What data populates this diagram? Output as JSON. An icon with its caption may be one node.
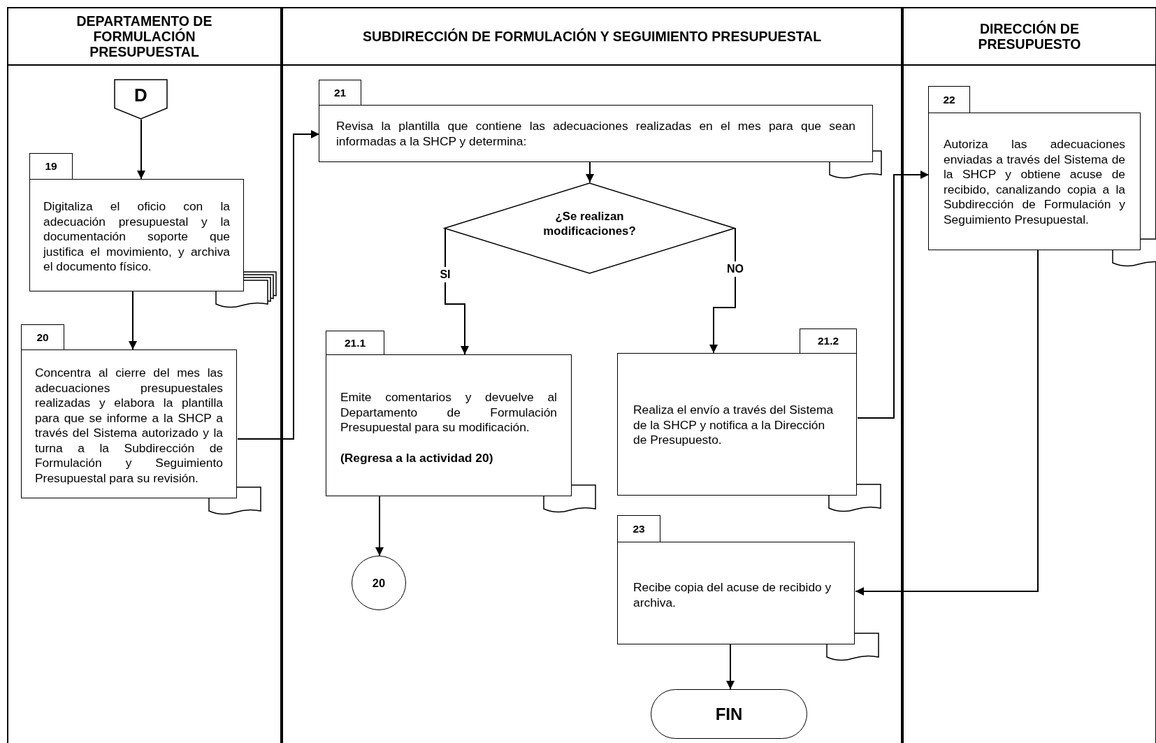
{
  "diagram": {
    "nodes": [
      {
        "text": [
          "DEPARTAMENTO DE FORMULACIÓN PRESUPUESTAL"
        ]
      },
      {
        "text": [
          "SUBDIRECCIÓN DE FORMULACIÓN Y SEGUIMIENTO PRESUPUESTAL"
        ]
      },
      {
        "text": [
          "DIRECCIÓN DE PRESUPUESTO"
        ]
      },
      {
        "text": [
          "D"
        ],
        "in": 0
      },
      {
        "text": [
          "19",
          "Digitaliza el oficio con la adecuación presupuestal y la documentación soporte que justifica el movimiento, y archiva el documento físico."
        ],
        "in": 0
      },
      {
        "text": [
          "20",
          "Concentra al cierre del mes las adecuaciones presupuestales realizadas y elabora la plantilla para que se informe a la SHCP a través del Sistema autorizado y la turna a la Subdirección de Formulación y Seguimiento Presupuestal para su revisión."
        ],
        "in": 0
      },
      {
        "text": [
          "21",
          "Revisa la plantilla que contiene las adecuaciones realizadas en el mes para que sean informadas a la SHCP y determina:"
        ],
        "in": 1
      },
      {
        "text": [
          "¿Se realizan modificaciones?"
        ],
        "in": 1
      },
      {
        "text": [
          "21.1",
          "Emite comentarios y devuelve al Departamento de Formulación Presupuestal para su modificación.",
          "(Regresa a la actividad 20)"
        ],
        "in": 1
      },
      {
        "text": [
          "21.2",
          "Realiza el envío a través del Sistema de la SHCP y notifica a la Dirección de Presupuesto."
        ],
        "in": 1
      },
      {
        "text": [
          "20"
        ],
        "in": 1
      },
      {
        "text": [
          "23",
          "Recibe copia del acuse de recibido y archiva."
        ],
        "in": 1
      },
      {
        "text": [
          "FIN"
        ],
        "in": 1
      },
      {
        "text": [
          "22",
          "Autoriza las adecuaciones enviadas a través del Sistema de la SHCP y obtiene acuse de recibido, canalizando copia a la Subdirección de Formulación y Seguimiento Presupuestal."
        ],
        "in": 2
      },
      {
        "text": [],
        "shape": "document",
        "in": 1
      },
      {
        "text": [],
        "shape": "documents",
        "in": 0
      },
      {
        "text": [],
        "shape": "document",
        "in": 0
      },
      {
        "text": [],
        "shape": "document",
        "in": 1
      },
      {
        "text": [],
        "shape": "document",
        "in": 1
      },
      {
        "text": [],
        "shape": "document",
        "in": 1
      },
      {
        "text": [],
        "shape": "document",
        "in": 2
      }
    ],
    "edges": [
      {
        "from": 3,
        "to": 4,
        "arrow": "to"
      },
      {
        "from": 4,
        "to": 5,
        "arrow": "to"
      },
      {
        "from": 5,
        "to": 6,
        "arrow": "to"
      },
      {
        "from": 6,
        "to": 7,
        "arrow": "to"
      },
      {
        "from": 7,
        "to": 8,
        "arrow": "to",
        "label": "SI"
      },
      {
        "from": 7,
        "to": 9,
        "arrow": "to",
        "label": "NO"
      },
      {
        "from": 8,
        "to": 10,
        "arrow": "to"
      },
      {
        "from": 9,
        "to": 13,
        "arrow": "to"
      },
      {
        "from": 13,
        "to": 11,
        "arrow": "to"
      },
      {
        "from": 11,
        "to": 12,
        "arrow": "to"
      }
    ]
  }
}
